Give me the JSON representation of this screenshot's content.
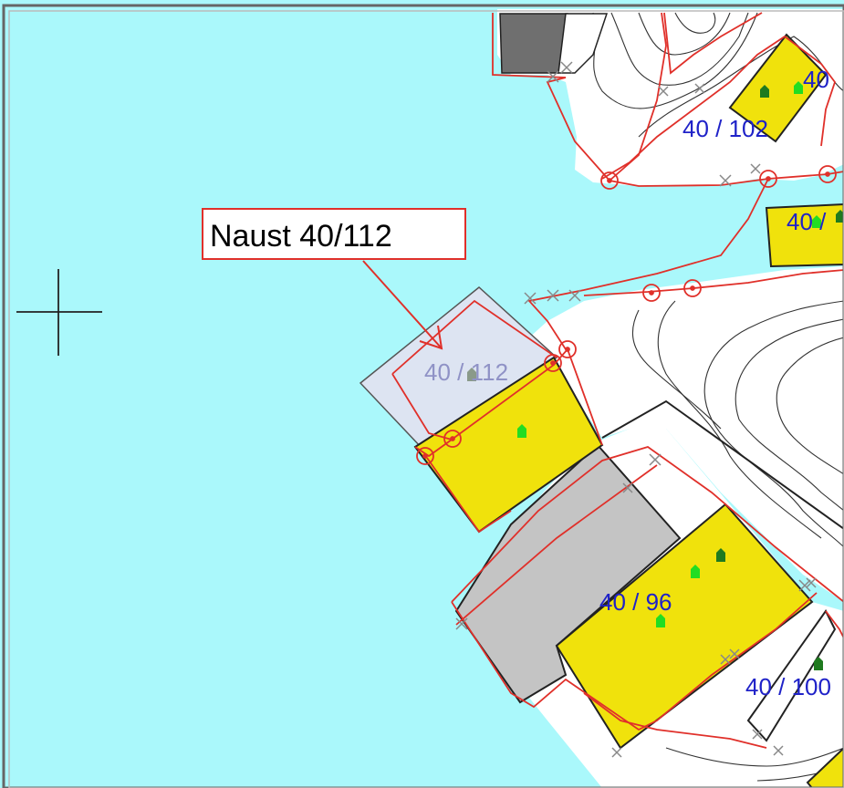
{
  "callout": {
    "text": "Naust 40/112"
  },
  "parcels": {
    "p102": "40 / 102",
    "p40a": "40",
    "p40b": "40 /",
    "p112": "40 / 112",
    "p96": "40 / 96",
    "p100": "40 / 100"
  },
  "colors": {
    "water": "#aaf8fb",
    "building": "#f0e20c",
    "garage": "#c4c4c4",
    "naust_proposed": "#dde4f2",
    "boundary": "#e0302a",
    "label": "#1f22c8",
    "label_faded": "#8f92c6",
    "house_icon": "#1f7a1f",
    "house_icon_light": "#22dd22"
  },
  "icons": [
    "crosshair-icon",
    "house-icon"
  ]
}
